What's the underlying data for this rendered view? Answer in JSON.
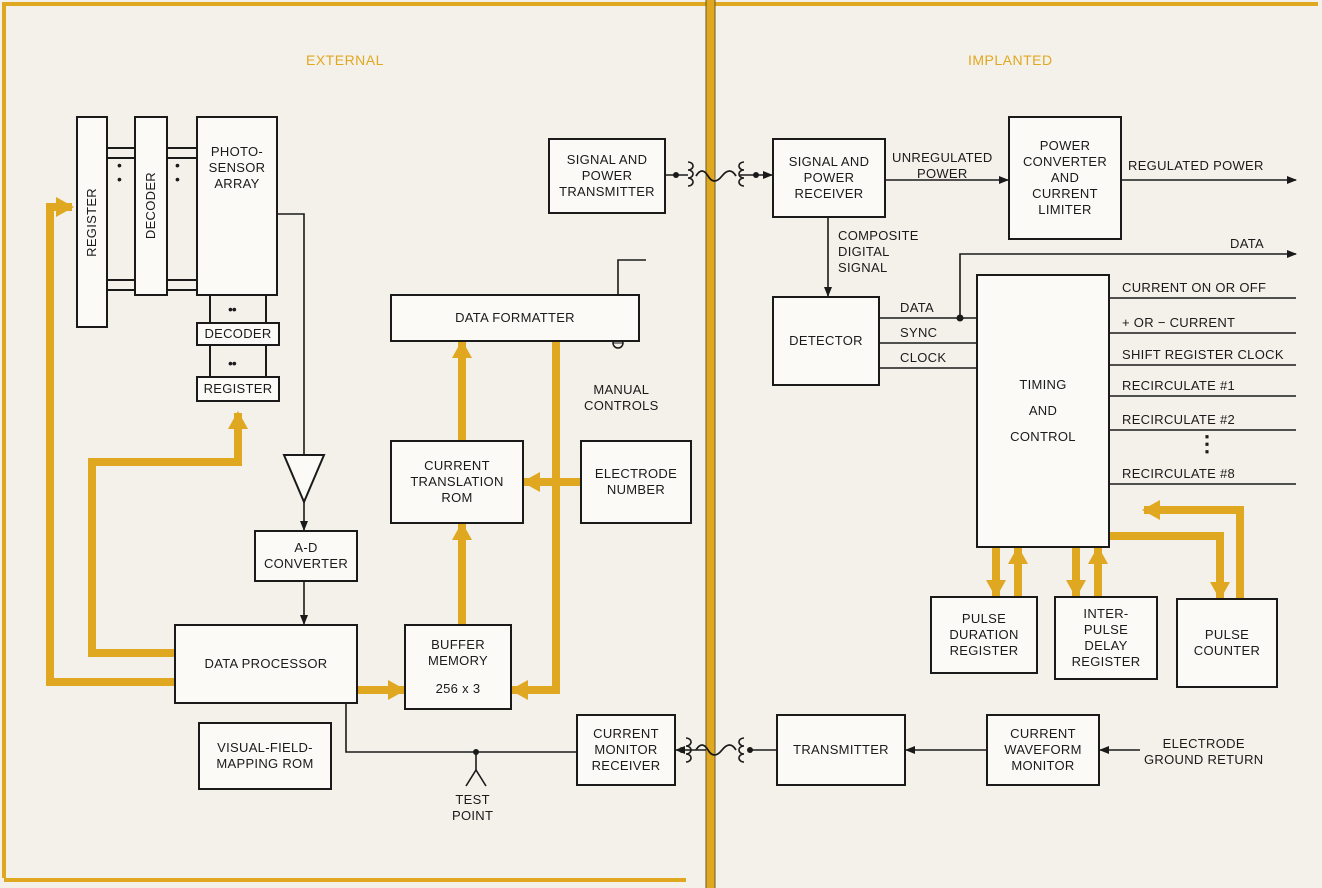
{
  "headers": {
    "external": "EXTERNAL",
    "implanted": "IMPLANTED"
  },
  "colors": {
    "accent": "#e0a820",
    "line": "#1a1a1a",
    "background": "#f4f1ea"
  },
  "blocks": {
    "register_vert": "REGISTER",
    "decoder_vert": "DECODER",
    "photosensor": "PHOTO-\nSENSOR\nARRAY",
    "decoder_small": "DECODER",
    "register_small": "REGISTER",
    "ad_converter": "A-D\nCONVERTER",
    "data_processor": "DATA PROCESSOR",
    "visual_field_rom": "VISUAL-FIELD-\nMAPPING ROM",
    "signal_power_transmitter": "SIGNAL AND\nPOWER\nTRANSMITTER",
    "data_formatter": "DATA FORMATTER",
    "current_translation_rom": "CURRENT\nTRANSLATION\nROM",
    "electrode_number": "ELECTRODE\nNUMBER",
    "buffer_memory": "BUFFER\nMEMORY",
    "buffer_size": "256 x 3",
    "current_monitor_receiver": "CURRENT\nMONITOR\nRECEIVER",
    "signal_power_receiver": "SIGNAL AND\nPOWER\nRECEIVER",
    "power_converter": "POWER\nCONVERTER\nAND\nCURRENT\nLIMITER",
    "detector": "DETECTOR",
    "timing_control": "TIMING\nAND\nCONTROL",
    "pulse_duration_register": "PULSE\nDURATION\nREGISTER",
    "interpulse_delay_register": "INTER-\nPULSE\nDELAY\nREGISTER",
    "pulse_counter": "PULSE\nCOUNTER",
    "transmitter": "TRANSMITTER",
    "current_waveform_monitor": "CURRENT\nWAVEFORM\nMONITOR"
  },
  "labels": {
    "manual_controls": "MANUAL\nCONTROLS",
    "test_point": "TEST\nPOINT",
    "unregulated_power": "UNREGULATED\nPOWER",
    "regulated_power": "REGULATED POWER",
    "composite_digital_signal": "COMPOSITE\nDIGITAL\nSIGNAL",
    "data_out": "DATA",
    "data": "DATA",
    "sync": "SYNC",
    "clock": "CLOCK",
    "current_on_off": "CURRENT ON OR OFF",
    "plus_minus_current": "+ OR − CURRENT",
    "shift_register_clock": "SHIFT REGISTER CLOCK",
    "recirculate_1": "RECIRCULATE #1",
    "recirculate_2": "RECIRCULATE #2",
    "ellipsis": "⋮",
    "recirculate_8": "RECIRCULATE #8",
    "electrode_ground_return": "ELECTRODE\nGROUND RETURN"
  }
}
